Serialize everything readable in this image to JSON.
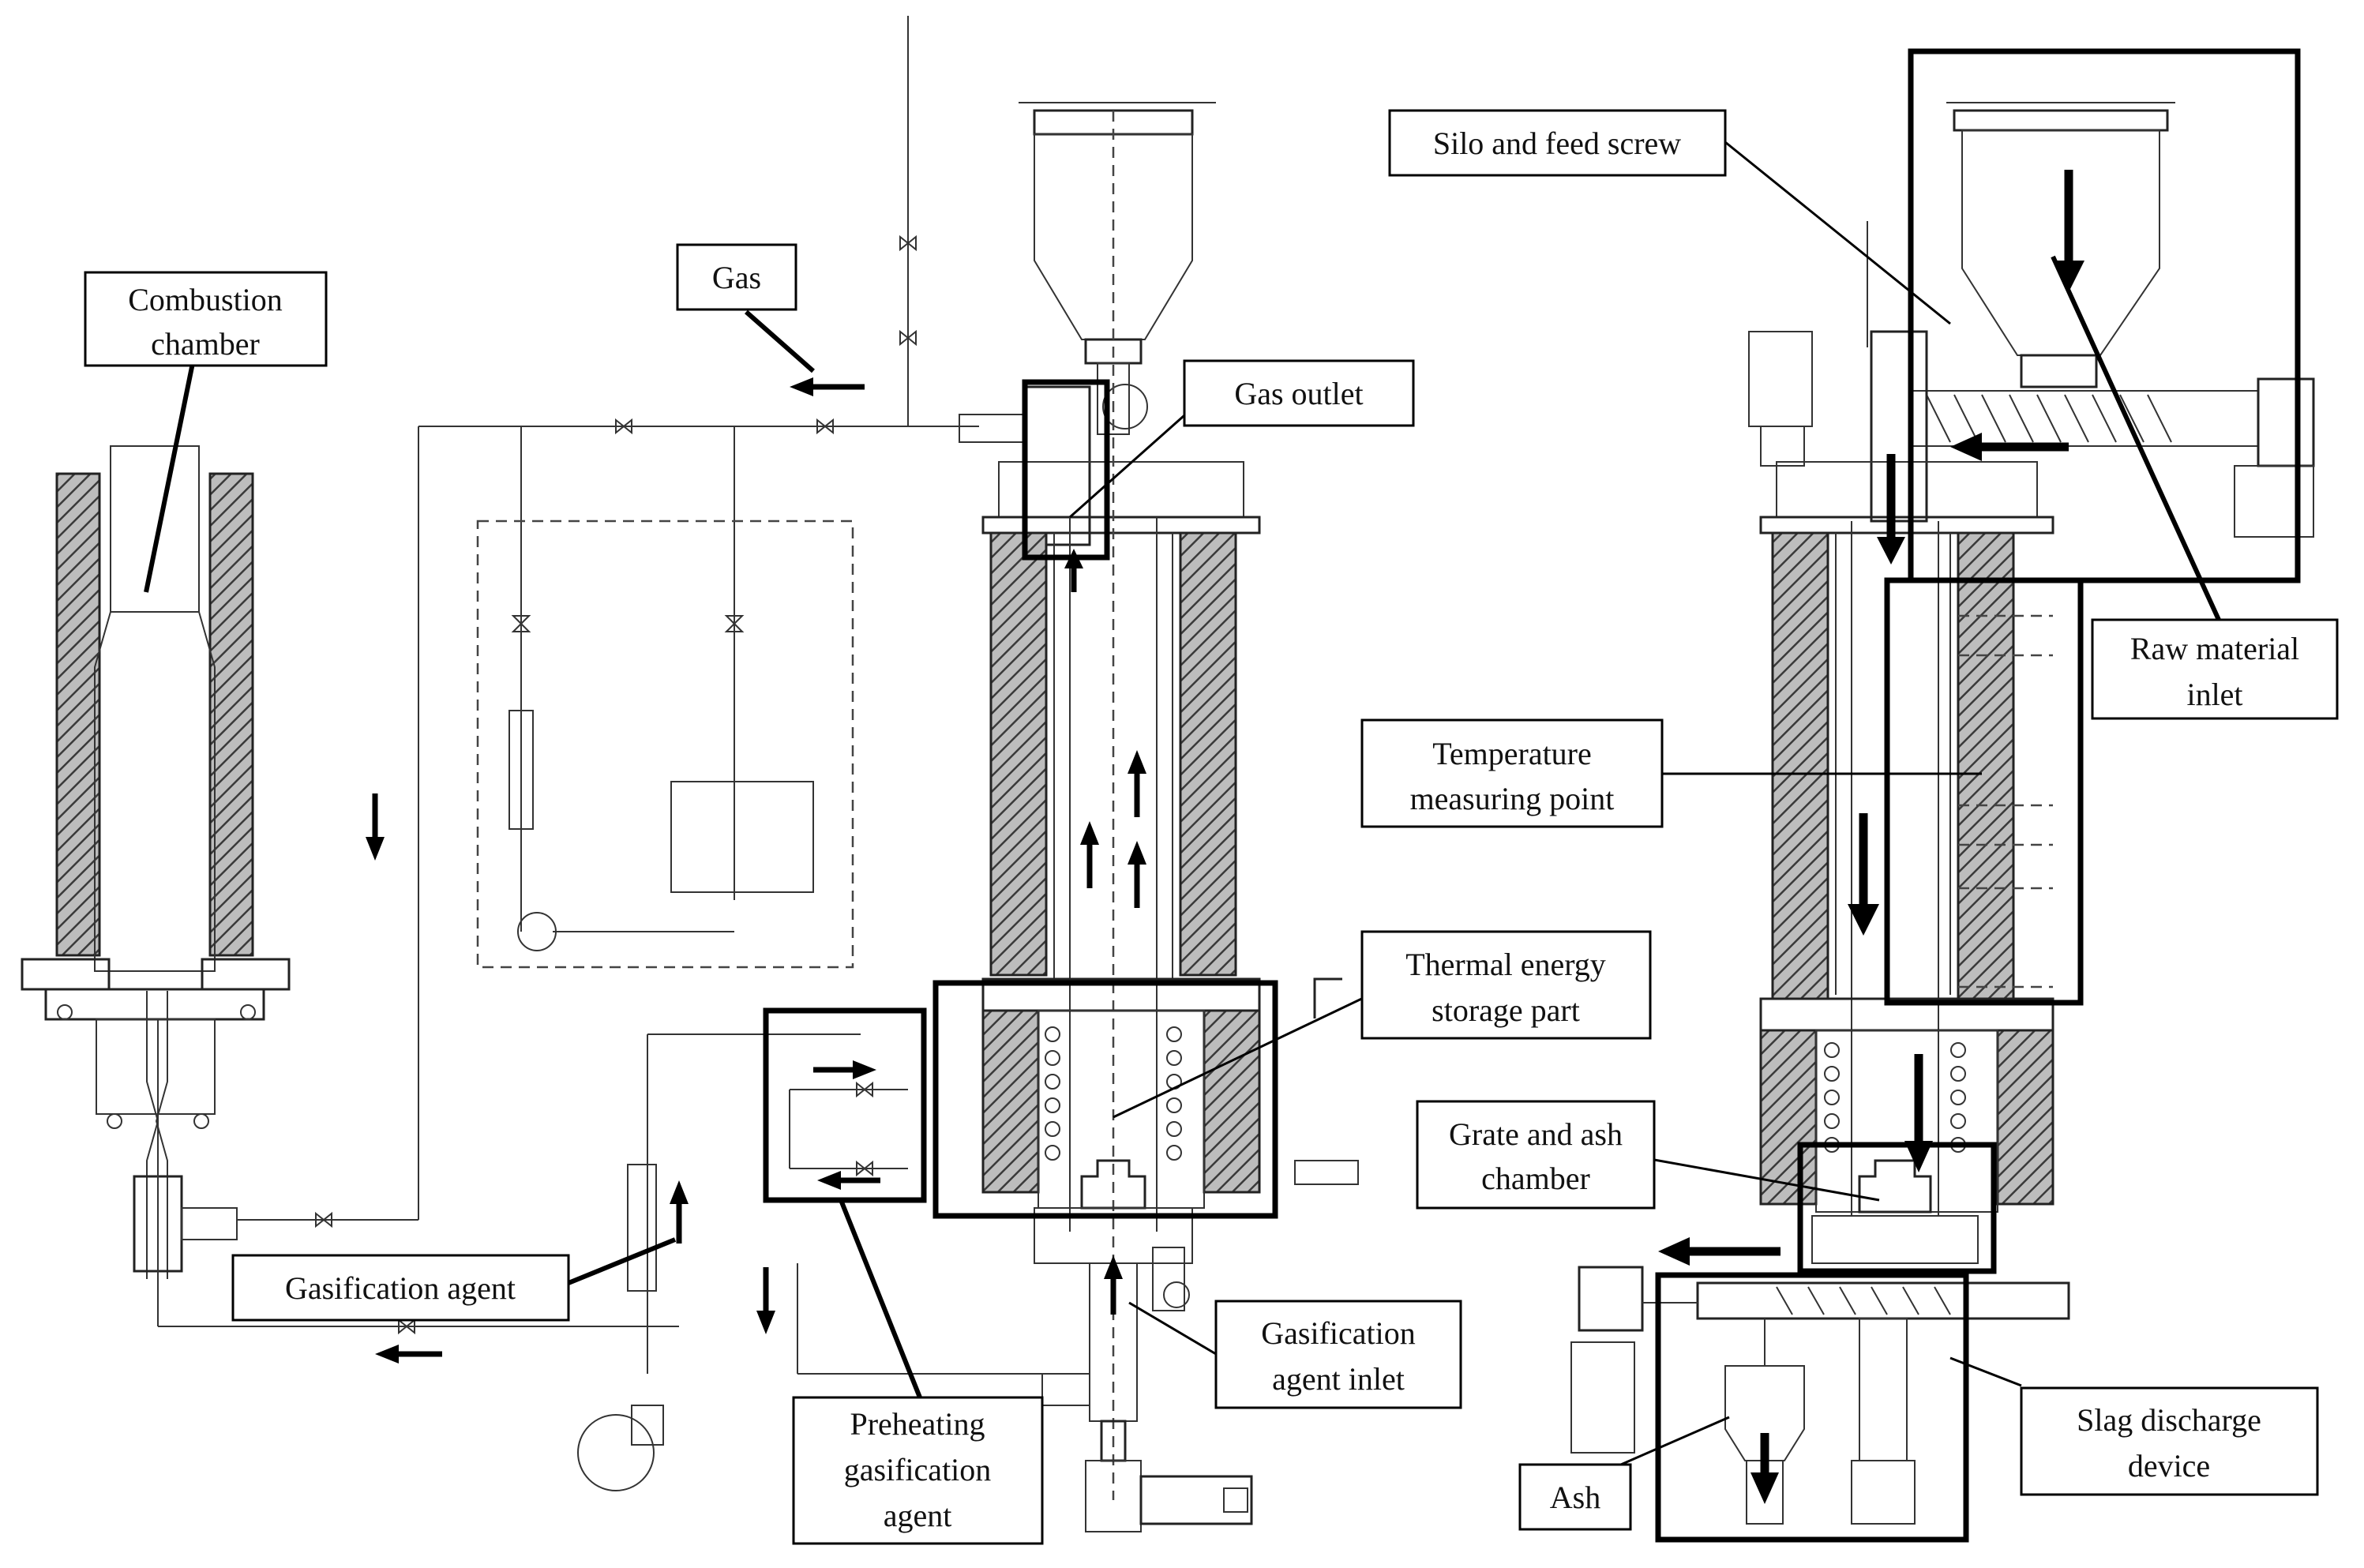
{
  "labels": {
    "combustion_chamber": [
      "Combustion",
      "chamber"
    ],
    "gas": "Gas",
    "gas_outlet": "Gas outlet",
    "silo_feed_screw": "Silo and feed screw",
    "raw_material_inlet": [
      "Raw material",
      "inlet"
    ],
    "temperature_point": [
      "Temperature",
      "measuring point"
    ],
    "thermal_energy": [
      "Thermal energy",
      "storage part"
    ],
    "grate_ash": [
      "Grate and ash",
      "chamber"
    ],
    "gasification_agent": "Gasification  agent",
    "gasification_agent_inlet": [
      "Gasification",
      "agent inlet"
    ],
    "preheating": [
      "Preheating",
      "gasification",
      "agent"
    ],
    "slag_discharge": [
      "Slag discharge",
      "device"
    ],
    "ash": "Ash"
  }
}
